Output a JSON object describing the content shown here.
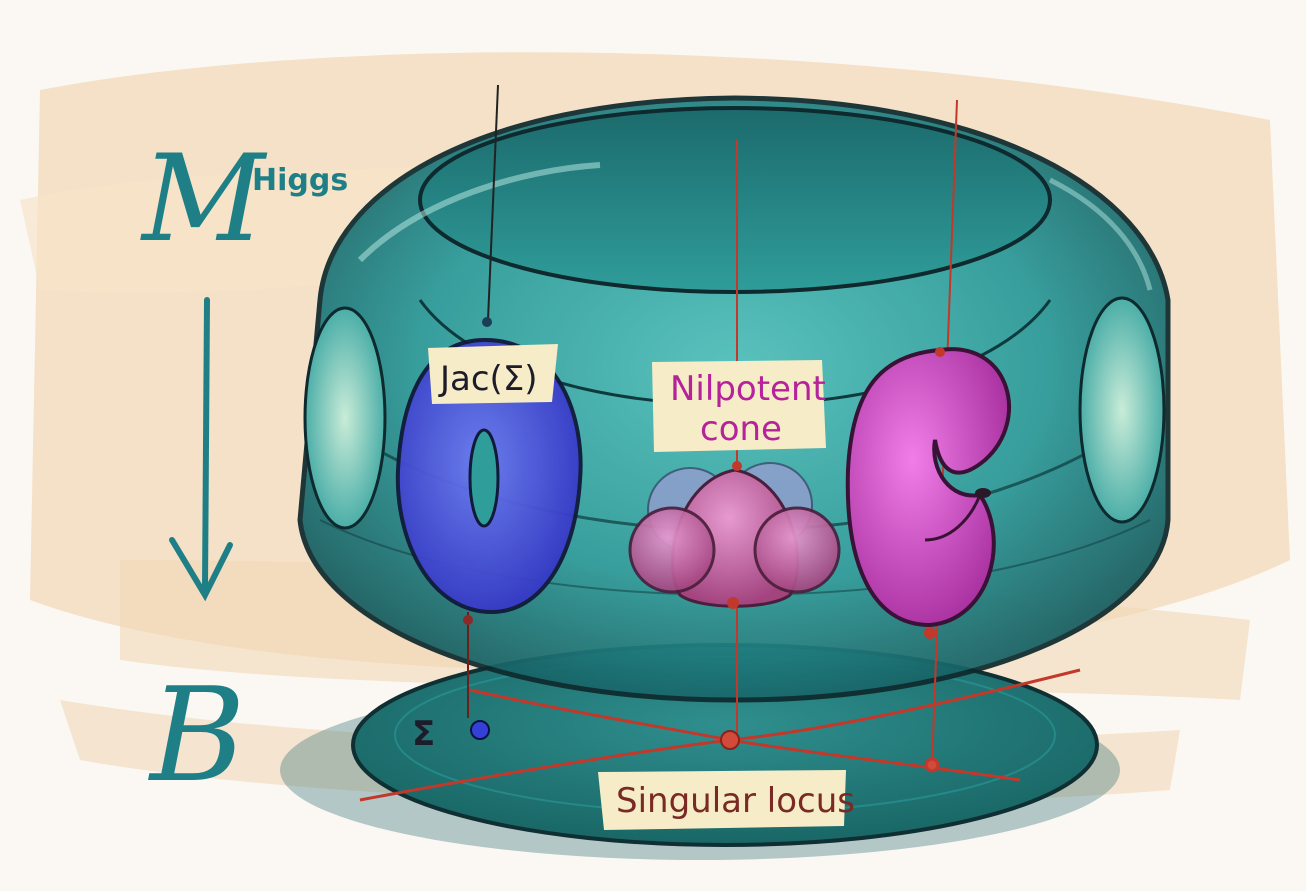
{
  "labels": {
    "total_space": "M",
    "total_space_superscript": "Higgs",
    "base_space": "B",
    "jacobian": "Jac(Σ)",
    "nilpotent_line1": "Nilpotent",
    "nilpotent_line2": "cone",
    "sigma_point": "Σ",
    "singular_locus": "Singular locus"
  },
  "colors": {
    "teal_surface": "#2a9a9a",
    "teal_dark": "#134e52",
    "label_teal": "#1e7f86",
    "jacobian_blue": "#4a4de0",
    "fiber_magenta": "#d04ac8",
    "nilpotent_pink": "#c45aa8",
    "singular_red": "#c2382a",
    "label_paper": "#f6ecc8",
    "brush_peach": "#f3d9b8"
  }
}
